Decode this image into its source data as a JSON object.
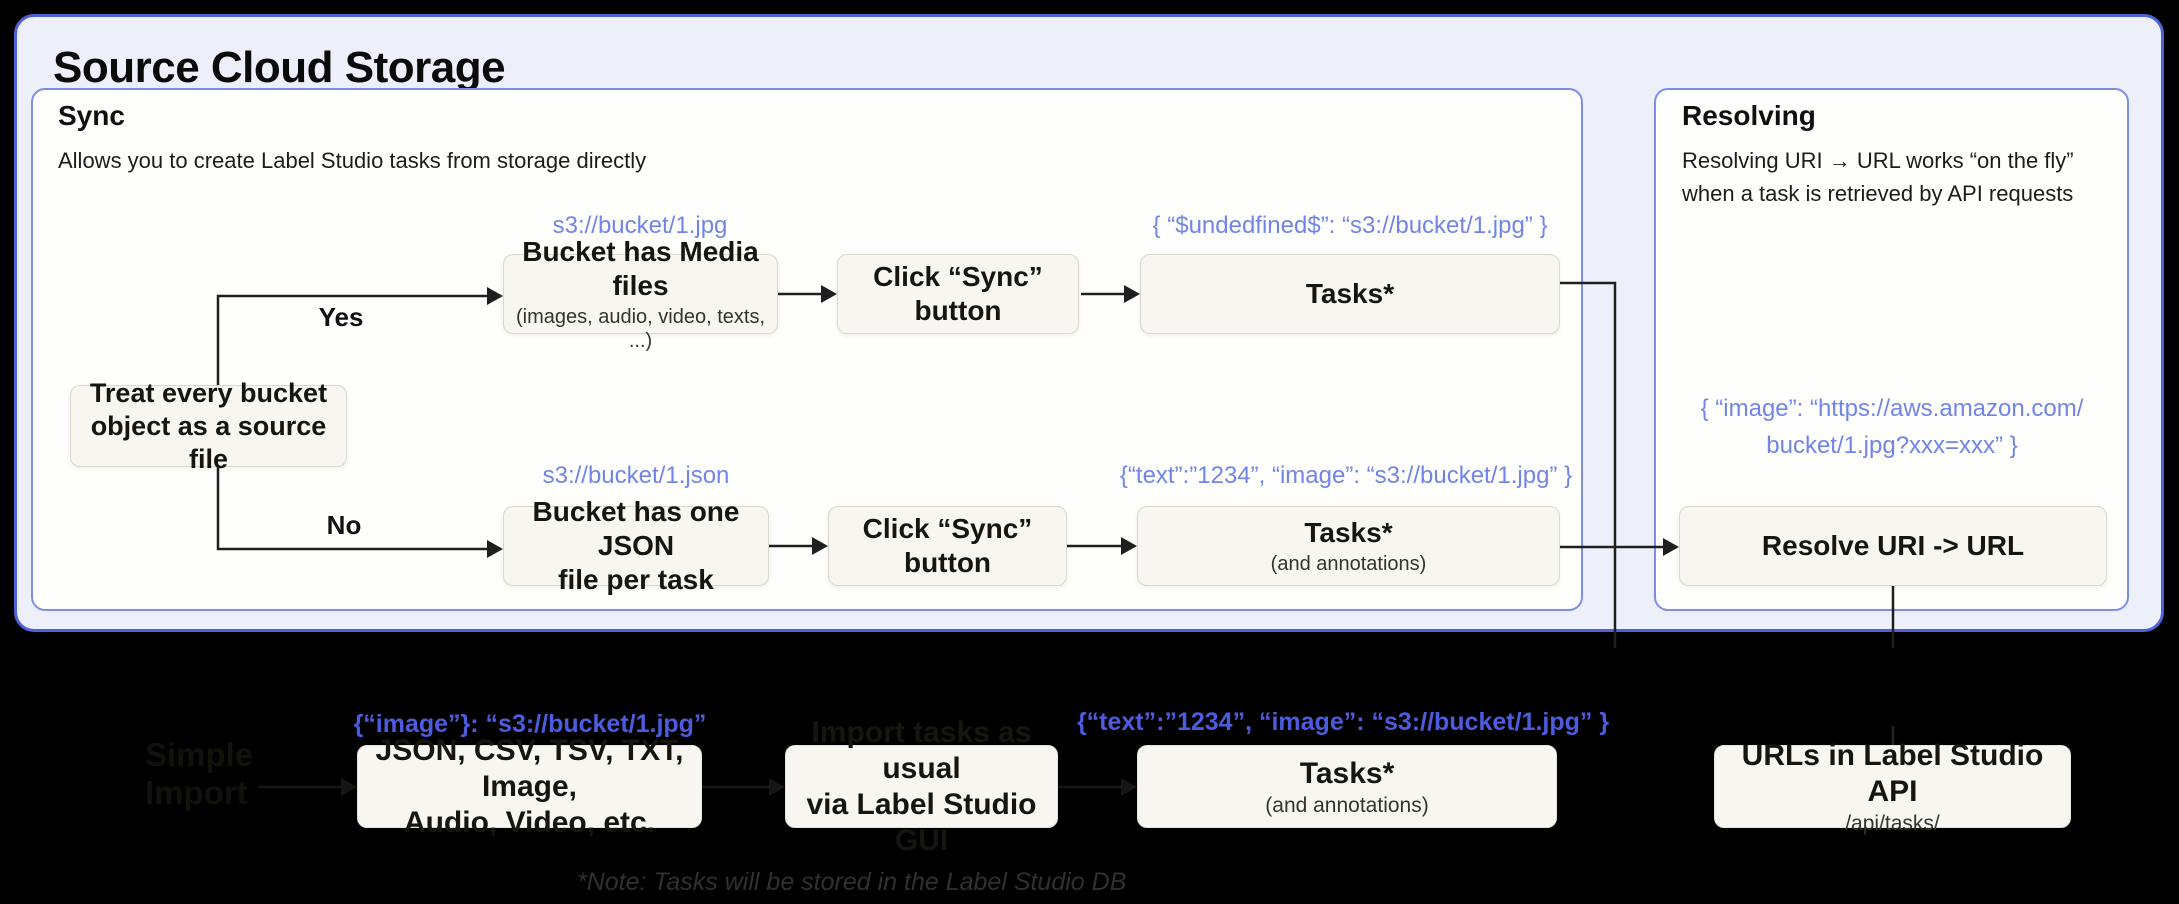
{
  "colors": {
    "background": "#000000",
    "container_bg": "#edf0fb",
    "container_border": "#4f62d6",
    "panel_bg": "#fefefc",
    "panel_border": "#7d8ee8",
    "box_bg": "#f8f6f1",
    "box_border": "#dcd7cc",
    "label_blue": "#7185e8",
    "label_blue_bright": "#4d5cdf",
    "line_color": "#1f1f1f"
  },
  "container": {
    "title": "Source Cloud Storage"
  },
  "sync": {
    "title": "Sync",
    "subtitle": "Allows you to create Label Studio tasks from storage directly",
    "decision": {
      "line1": "Treat every bucket",
      "line2": "object as a source file"
    },
    "branch_yes": "Yes",
    "branch_no": "No",
    "media_flow": {
      "uri": "s3://bucket/1.jpg",
      "bucket_box": "Bucket has Media files",
      "bucket_box_sub": "(images, audio, video, texts, ...)",
      "sync_button_box": "Click “Sync” button",
      "task_json": "{ “$undedfined$”: “s3://bucket/1.jpg” }",
      "tasks_box": "Tasks*"
    },
    "json_flow": {
      "uri": "s3://bucket/1.json",
      "bucket_box_line1": "Bucket has one JSON",
      "bucket_box_line2": "file per task",
      "sync_button_box": "Click “Sync” button",
      "task_json": "{“text”:”1234”,  “image”: “s3://bucket/1.jpg” }",
      "tasks_box": "Tasks*",
      "tasks_box_sub": "(and annotations)"
    }
  },
  "resolving": {
    "title": "Resolving",
    "subtitle_line1": "Resolving URI → URL works “on the fly”",
    "subtitle_line2": "when a task is retrieved by API requests",
    "result_json_line1": "{ “image”: “https://aws.amazon.com/",
    "result_json_line2": "bucket/1.jpg?xxx=xxx” }",
    "resolve_box": "Resolve URI -> URL"
  },
  "import_row": {
    "hidden_title_line1": "Simple",
    "hidden_title_line2": "Import",
    "formats_json": "{“image”}: “s3://bucket/1.jpg”",
    "formats_box_line1": "JSON, CSV, TSV, TXT, Image,",
    "formats_box_line2": "Audio, Video, etc.",
    "gui_box_line1": "Import tasks as usual",
    "gui_box_line2": "via Label Studio GUI",
    "tasks_json": "{“text”:”1234”,  “image”: “s3://bucket/1.jpg” }",
    "tasks_box": "Tasks*",
    "tasks_box_sub": "(and annotations)",
    "api_box": "URLs in Label Studio API",
    "api_box_sub": "/api/tasks/",
    "note": "*Note: Tasks will be stored in the Label Studio DB"
  }
}
